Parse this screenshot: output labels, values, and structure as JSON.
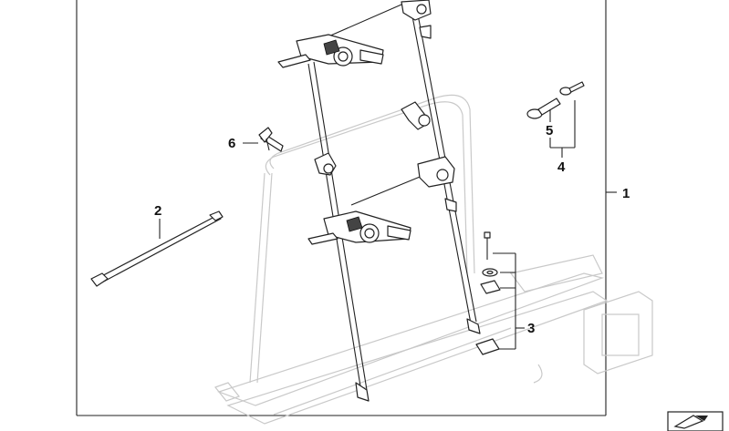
{
  "diagram": {
    "callouts": [
      {
        "id": "1",
        "label": "1"
      },
      {
        "id": "2",
        "label": "2"
      },
      {
        "id": "3",
        "label": "3"
      },
      {
        "id": "4",
        "label": "4"
      },
      {
        "id": "5",
        "label": "5"
      },
      {
        "id": "6",
        "label": "6"
      }
    ]
  },
  "colors": {
    "ink": "#222222",
    "ghost_outline": "#c9c9c9",
    "background": "#ffffff"
  },
  "icons": {
    "corner_badge": "arrow-badge-icon"
  }
}
